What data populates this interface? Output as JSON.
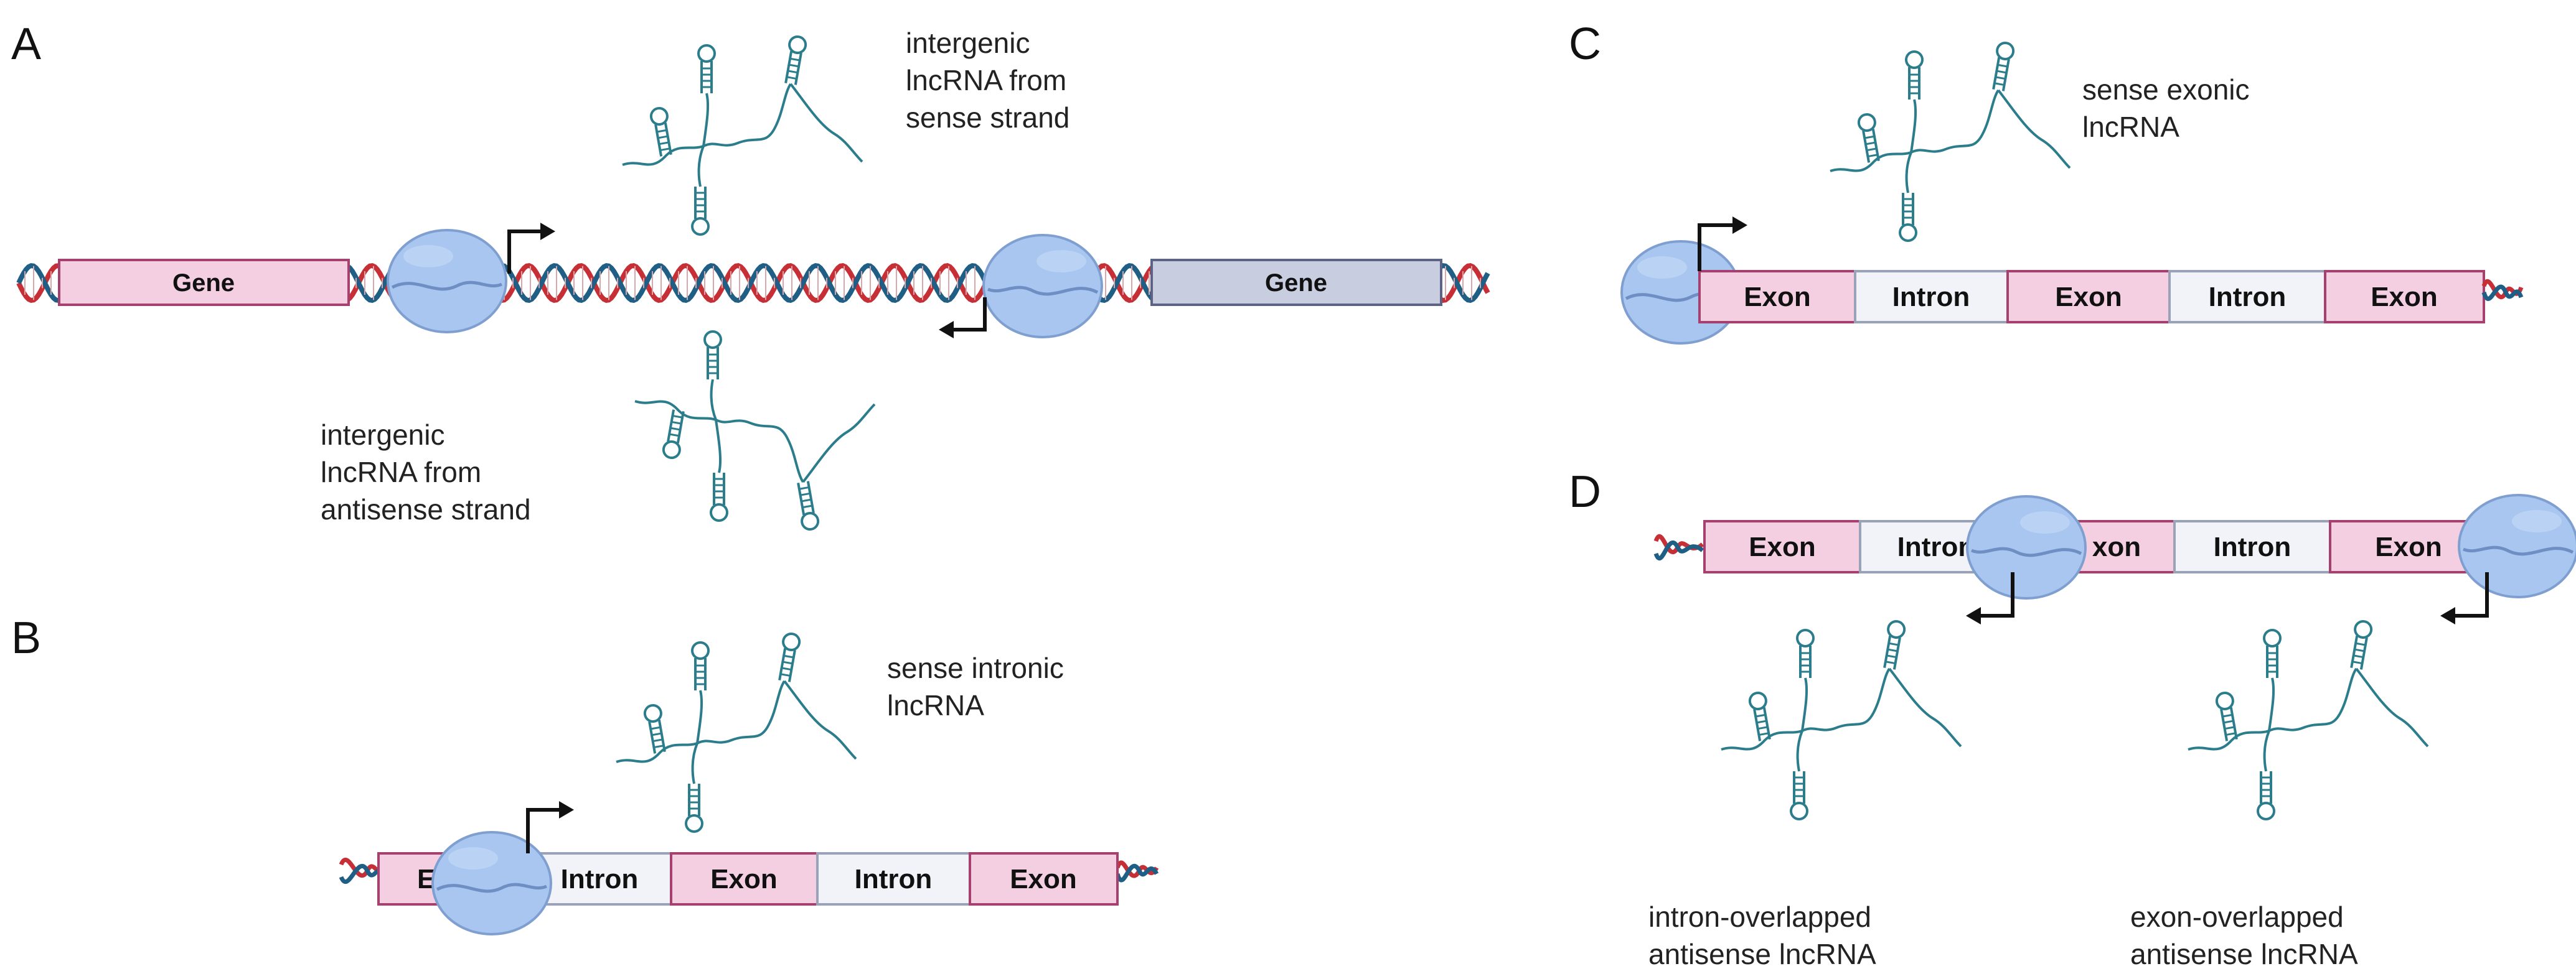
{
  "panels": {
    "A": {
      "letter": "A",
      "sense_label": [
        "intergenic",
        "lncRNA from",
        "sense strand"
      ],
      "antisense_label": [
        "intergenic",
        "lncRNA from",
        "antisense strand"
      ],
      "left_gene": "Gene",
      "right_gene": "Gene"
    },
    "B": {
      "letter": "B",
      "label": [
        "sense intronic",
        "lncRNA"
      ],
      "segments": [
        "Ex",
        "Intron",
        "Exon",
        "Intron",
        "Exon"
      ]
    },
    "C": {
      "letter": "C",
      "label": [
        "sense exonic",
        "lncRNA"
      ],
      "segments": [
        "Exon",
        "Intron",
        "Exon",
        "Intron",
        "Exon"
      ]
    },
    "D": {
      "letter": "D",
      "segments": [
        "Exon",
        "Intron",
        "xon",
        "Intron",
        "Exon"
      ],
      "intron_label": [
        "intron-overlapped",
        "antisense lncRNA"
      ],
      "exon_label": [
        "exon-overlapped",
        "antisense lncRNA"
      ]
    }
  },
  "colors": {
    "exon_fill": "#f4cfe2",
    "exon_stroke": "#a6406e",
    "intron_fill": "#f1f3f8",
    "intron_stroke": "#9aa2b8",
    "gene_left_fill": "#f4cfe2",
    "gene_right_fill": "#c9cde0",
    "dna_red": "#c62f35",
    "dna_blue": "#1f5f86",
    "polymerase": "#a8c6ef",
    "polymerase_stroke": "#7f9fd0",
    "rna": "#2c7d8c"
  }
}
